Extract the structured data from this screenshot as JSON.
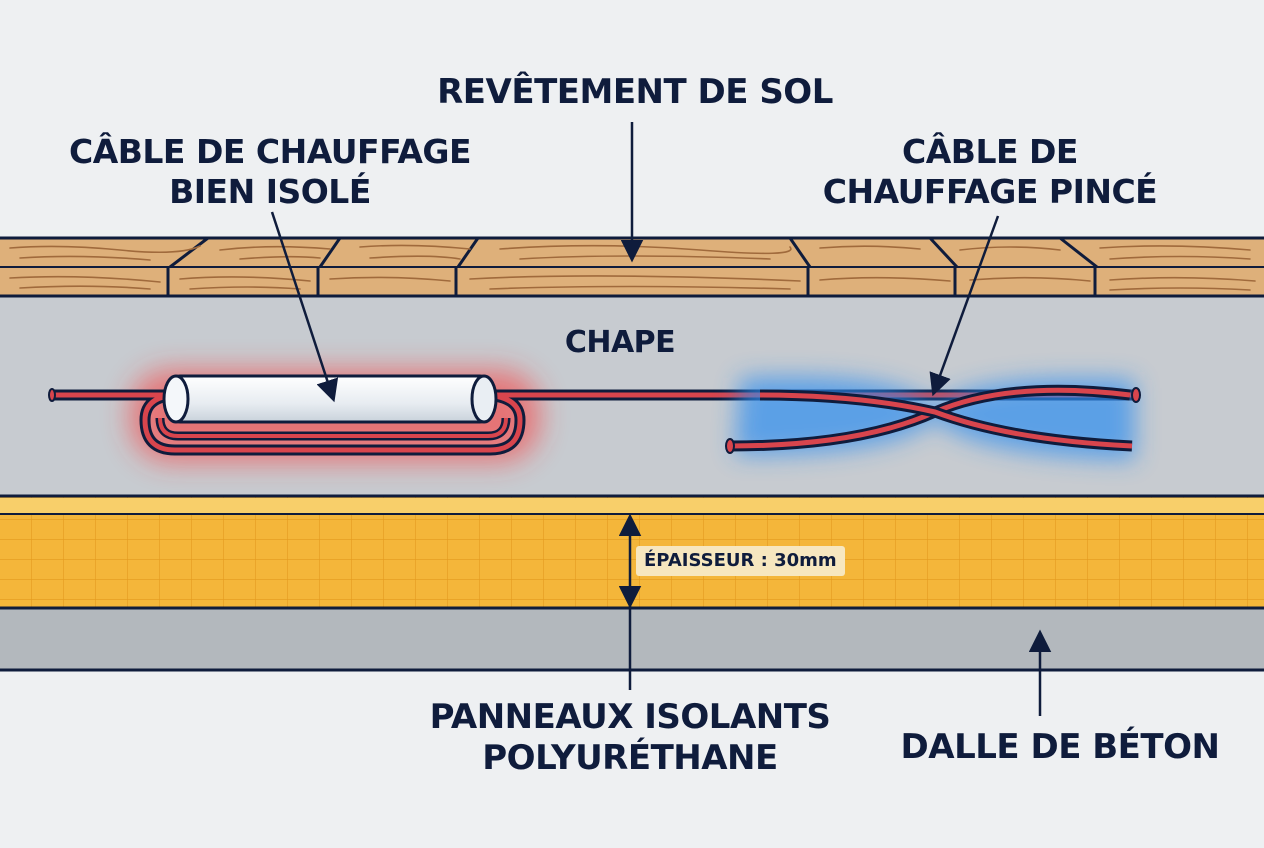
{
  "labels": {
    "floor_covering": "REVÊTEMENT DE SOL",
    "cable_insulated_line1": "CÂBLE DE CHAUFFAGE",
    "cable_insulated_line2": "BIEN ISOLÉ",
    "cable_pinched_line1": "CÂBLE DE",
    "cable_pinched_line2": "CHAUFFAGE PINCÉ",
    "screed": "CHAPE",
    "thickness": "ÉPAISSEUR : 30mm",
    "insulation_line1": "PANNEAUX ISOLANTS",
    "insulation_line2": "POLYURÉTHANE",
    "concrete_slab": "DALLE DE BÉTON"
  },
  "colors": {
    "background": "#eef0f2",
    "wood": "#deb07a",
    "wood_grain": "#a06a3c",
    "screed": "#c7cbd0",
    "insulation": "#f4b63a",
    "insulation_grid": "#e39a1e",
    "concrete": "#b3b8bd",
    "cable": "#d8454d",
    "hot_glow": "#ff2d2d",
    "cold_glow": "#2f8ef0",
    "outline": "#0f1c3c"
  },
  "icons": {
    "leader_arrow": "arrow-icon",
    "dimension_arrow": "double-arrow-icon"
  }
}
